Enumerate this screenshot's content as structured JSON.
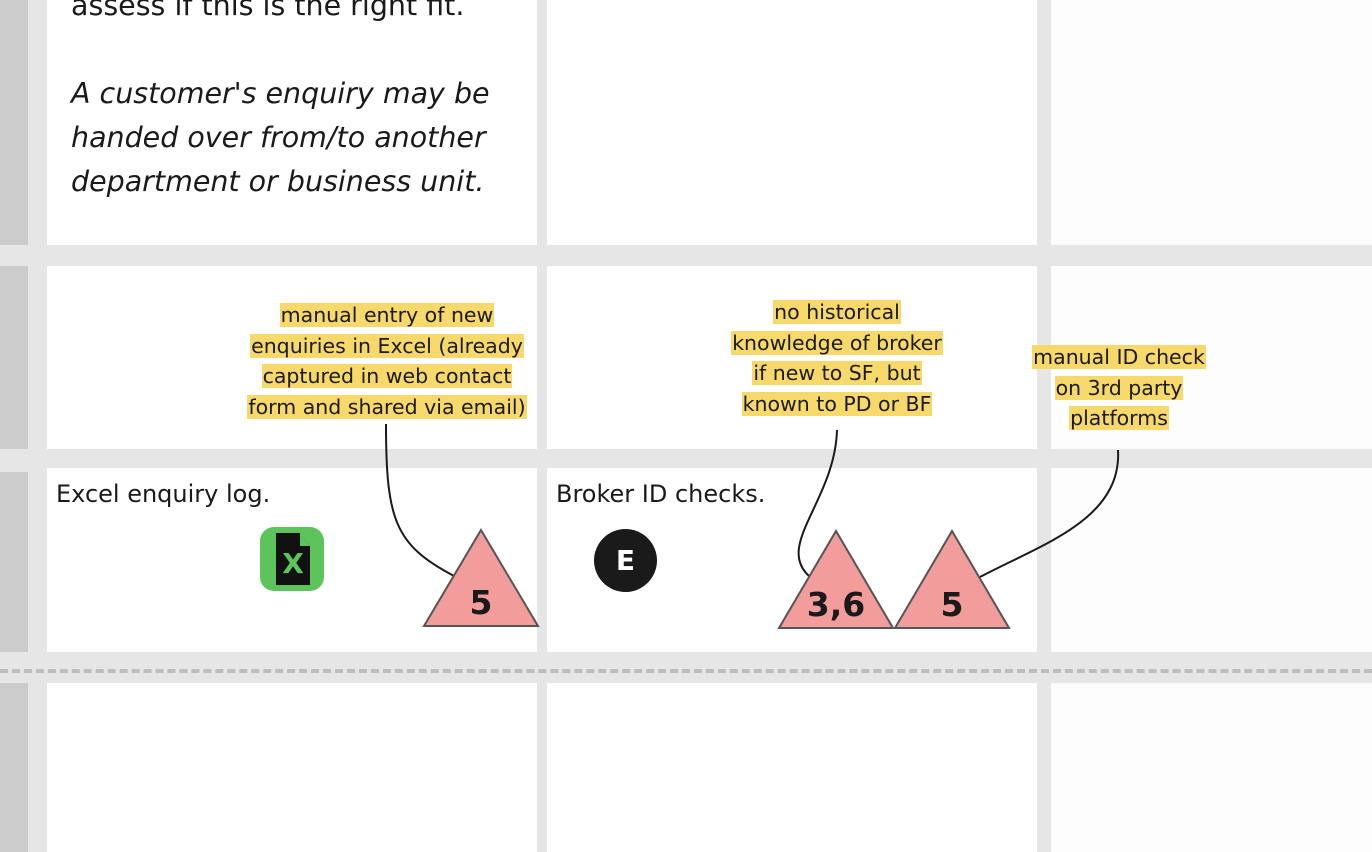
{
  "top_text": {
    "cut_line": "assess if this is the right fit.",
    "italic_note": "A customer's enquiry may be handed over from/to another department or business unit."
  },
  "stickies": [
    {
      "lines": [
        "manual entry of new",
        "enquiries in Excel (already",
        "captured in web contact",
        "form and shared via email)"
      ]
    },
    {
      "lines": [
        "no historical",
        "knowledge of broker",
        "if new to SF, but",
        "known to PD or BF"
      ]
    },
    {
      "lines": [
        "manual ID check",
        "on 3rd party",
        "platforms"
      ]
    }
  ],
  "tools": {
    "excel_label": "Excel enquiry log.",
    "excel_icon": "excel-file-icon",
    "broker_label": "Broker ID checks.",
    "broker_badge": "E"
  },
  "pain_points": [
    {
      "label": "5"
    },
    {
      "label": "3,6"
    },
    {
      "label": "5"
    }
  ],
  "colors": {
    "sticky": "#f7d86a",
    "pain_point": "#f29c9c",
    "excel_green": "#5cc45a",
    "badge": "#1a1a1a"
  }
}
